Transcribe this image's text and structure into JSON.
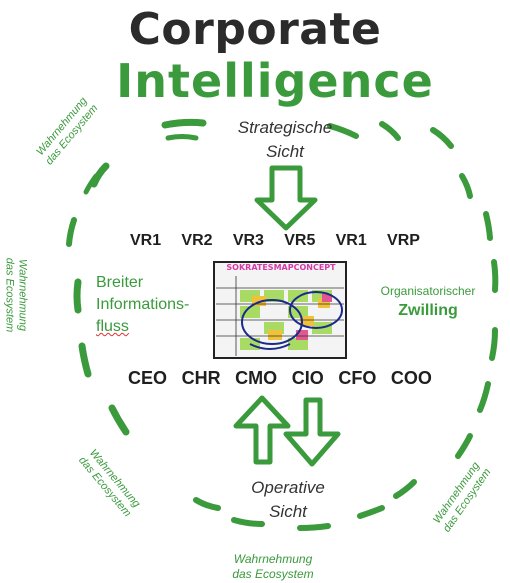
{
  "title": {
    "line1": "Corporate",
    "line2": "Intelligence"
  },
  "top_label": {
    "line1": "Strategische",
    "line2": "Sicht"
  },
  "bottom_label": {
    "line1": "Operative",
    "line2": "Sicht"
  },
  "vr_roles": [
    "VR1",
    "VR2",
    "VR3",
    "VR5",
    "VR1",
    "VRP"
  ],
  "c_roles": [
    "CEO",
    "CHR",
    "CMO",
    "CIO",
    "CFO",
    "COO"
  ],
  "left_text": {
    "line1": "Breiter",
    "line2": "Informations-",
    "line3": "fluss"
  },
  "right_text": {
    "line1": "Organisatorischer",
    "line2": "Zwilling"
  },
  "board_title": "SOKRATESMAPCONCEPT",
  "perception": {
    "line1": "Wahrnehmung",
    "line2": "das Ecosystem"
  },
  "colors": {
    "green": "#3a9a3c",
    "dark": "#2b2b2b",
    "magenta": "#d63aa8"
  }
}
